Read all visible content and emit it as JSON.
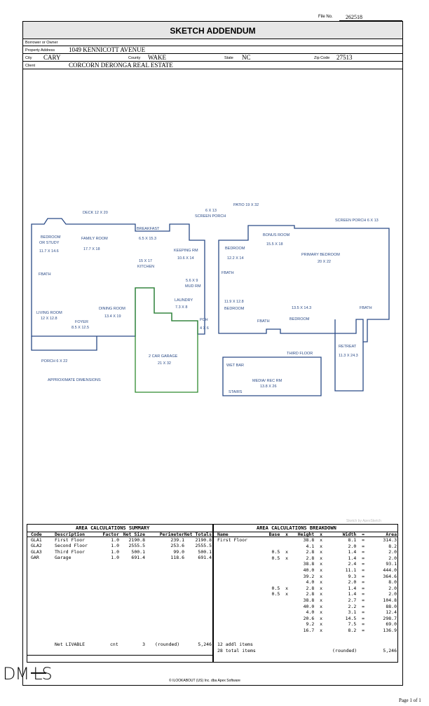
{
  "file_no_label": "File No.",
  "file_no": "262518",
  "title": "SKETCH ADDENDUM",
  "borrower_label": "Borrower or Owner",
  "property_label": "Property Address",
  "property_address": "1049 KENNICOTT AVENUE",
  "city_label": "City",
  "city": "CARY",
  "county_label": "County",
  "county": "WAKE",
  "state_label": "State",
  "state": "NC",
  "zip_label": "Zip Code",
  "zip": "27513",
  "client_label": "Client",
  "client": "CORCORN DERONGA REAL ESTATE",
  "sketch": {
    "labels": {
      "deck": "DECK 12 X 20",
      "patio": "PATIO 19 X 32",
      "screen_porch_a": "6 X 13",
      "screen_porch_b": "SCREEN PORCH",
      "screen_porch_right": "SCREEN PORCH 6 X 13",
      "breakfast_a": "BREAKFAST",
      "breakfast_b": "6.5 X 15.3",
      "bedroom_study_a": "BEDROOM",
      "bedroom_study_b": "OR STUDY",
      "bedroom_study_c": "11.7 X 14.6",
      "family_a": "FAMILY ROOM",
      "family_b": "17.7 X 18",
      "kitchen_a": "15 X 17",
      "kitchen_b": "KITCHEN",
      "keeping_a": "KEEPING RM",
      "keeping_b": "10.6 X 14",
      "mud_a": "5.6 X 9",
      "mud_b": "MUD RM",
      "fbath_left": "FBATH",
      "laundry_a": "LAUNDRY",
      "laundry_b": "7.3 X 8",
      "living_a": "LIVING ROOM",
      "living_b": "12 X 12.8",
      "dining_a": "DINING ROOM",
      "dining_b": "13.4 X 19",
      "foyer_a": "FOYER",
      "foyer_b": "8.5 X 12.5",
      "pch_a": "PCH",
      "pch_b": "4 X 6",
      "porch": "PORCH 6 X 22",
      "garage_a": "2 CAR GARAGE",
      "garage_b": "21 X 32",
      "approx": "APPROXIMATE DIMENSIONS",
      "bonus_a": "BONUS ROOM",
      "bonus_b": "15.5 X 18",
      "bed2_a": "BEDROOM",
      "bed2_b": "12.2 X 14",
      "primary_a": "PRIMARY BEDROOM",
      "primary_b": "20 X 22",
      "fbath_mid": "FBATH",
      "bed3_a": "11.9 X 12.8",
      "bed3_b": "BEDROOM",
      "bed4_a": "13.5 X 14.3",
      "bed4_b": "BEDROOM",
      "fbath_mid2": "FBATH",
      "fbath_right": "FBATH",
      "retreat_a": "RETREAT",
      "retreat_b": "11.3 X 24.3",
      "third_floor": "THIRD FLOOR",
      "wet_bar": "WET BAR",
      "media_a": "MEDIA/ REC RM",
      "media_b": "13.8 X 26",
      "stairs": "STAIRS"
    }
  },
  "sketch_by": "Sketch by ApexSketch",
  "summary": {
    "title": "AREA CALCULATIONS SUMMARY",
    "headers": [
      "Code",
      "Description",
      "Factor",
      "Net Size",
      "Perimeter",
      "Net Totals"
    ],
    "rows": [
      [
        "GLA1",
        "First Floor",
        "1.0",
        "2190.8",
        "239.1",
        "2190.8"
      ],
      [
        "GLA2",
        "Second Floor",
        "1.0",
        "2555.5",
        "253.6",
        "2555.5"
      ],
      [
        "GLA3",
        "Third Floor",
        "1.0",
        "500.1",
        "99.0",
        "500.1"
      ],
      [
        "GAR",
        "Garage",
        "1.0",
        "691.4",
        "118.6",
        "691.4"
      ]
    ],
    "net_livable_label": "Net LIVABLE",
    "net_livable_unit": "cnt",
    "net_livable_count": "3",
    "net_livable_rounded": "(rounded)",
    "net_livable_total": "5,246"
  },
  "breakdown": {
    "title": "AREA CALCULATIONS BREAKDOWN",
    "headers": [
      "Name",
      "Base  x",
      "Height  x",
      "Width  =",
      "Area"
    ],
    "first_name": "First Floor",
    "rows": [
      [
        "",
        "38.8  x",
        "8.1  =",
        "314.3"
      ],
      [
        "",
        "4.1  x",
        "2.0  =",
        "8.2"
      ],
      [
        "0.5  x",
        "2.8  x",
        "1.4  =",
        "2.0"
      ],
      [
        "0.5  x",
        "2.8  x",
        "1.4  =",
        "2.0"
      ],
      [
        "",
        "38.8  x",
        "2.4  =",
        "93.1"
      ],
      [
        "",
        "40.0  x",
        "11.1  =",
        "444.0"
      ],
      [
        "",
        "39.2  x",
        "9.3  =",
        "364.6"
      ],
      [
        "",
        "4.0  x",
        "2.0  =",
        "8.0"
      ],
      [
        "0.5  x",
        "2.8  x",
        "1.4  =",
        "2.0"
      ],
      [
        "0.5  x",
        "2.8  x",
        "1.4  =",
        "2.0"
      ],
      [
        "",
        "38.8  x",
        "2.7  =",
        "104.8"
      ],
      [
        "",
        "40.0  x",
        "2.2  =",
        "88.0"
      ],
      [
        "",
        "4.0  x",
        "3.1  =",
        "12.4"
      ],
      [
        "",
        "20.6  x",
        "14.5  =",
        "298.7"
      ],
      [
        "",
        "9.2  x",
        "7.5  =",
        "69.0"
      ],
      [
        "",
        "16.7  x",
        "8.2  =",
        "136.9"
      ]
    ],
    "addl_items": "12 addl items",
    "total_items": "28 total items",
    "rounded": "(rounded)",
    "total": "5,246"
  },
  "footer_copyright": "© ILOOKABOUT (US) Inc. dba Apex Software",
  "page_label": "Page 1 of 1"
}
